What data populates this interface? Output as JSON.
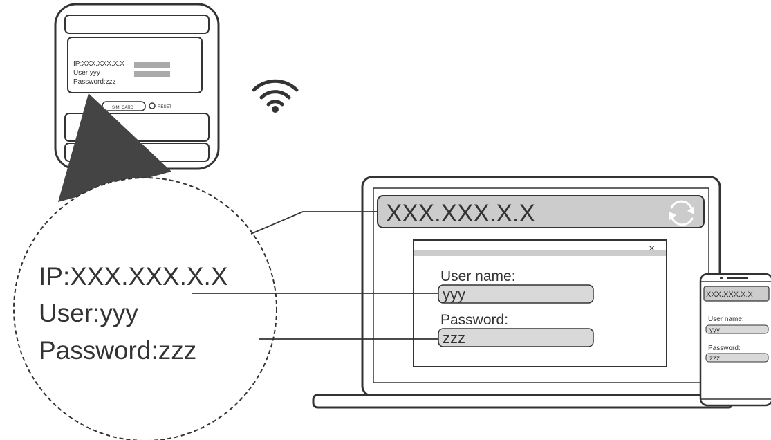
{
  "router": {
    "label": {
      "ip": "IP:XXX.XXX.X.X",
      "user": "User:yyy",
      "password": "Password:zzz"
    },
    "sim_card_label": "SIM. CARD",
    "reset_label": "RESET"
  },
  "magnified": {
    "ip": "IP:XXX.XXX.X.X",
    "user": "User:yyy",
    "password": "Password:zzz"
  },
  "laptop": {
    "address": "XXX.XXX.X.X",
    "dialog": {
      "close_glyph": "×",
      "username_label": "User name:",
      "username_value": "yyy",
      "password_label": "Password:",
      "password_value": "zzz"
    }
  },
  "phone": {
    "address": "XXX.XXX.X.X",
    "username_label": "User name:",
    "username_value": "yyy",
    "password_label": "Password:",
    "password_value": "zzz"
  },
  "colors": {
    "line": "#333333",
    "field_fill": "#d9d9d9",
    "bar_fill": "#cccccc"
  }
}
